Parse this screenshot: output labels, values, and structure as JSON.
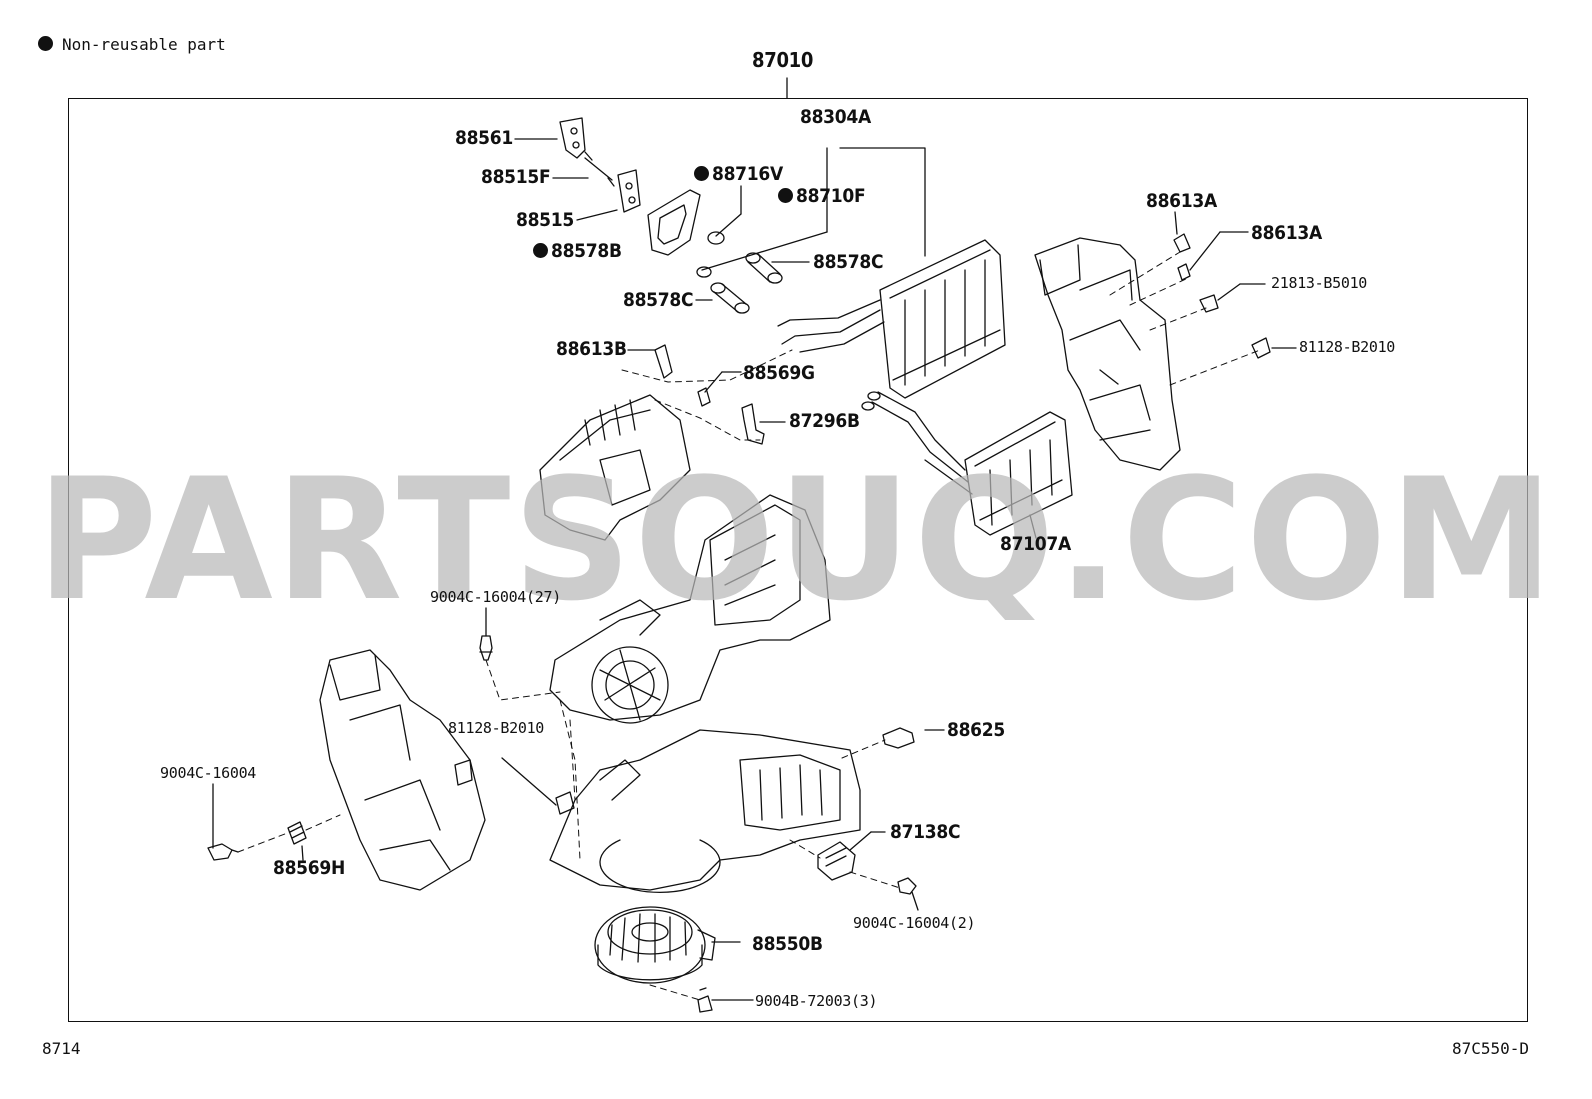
{
  "legend": {
    "bullet_label": "Non-reusable part"
  },
  "assembly_label": "87010",
  "footer": {
    "left_code": "8714",
    "right_code": "87C550-D"
  },
  "watermark": {
    "text": "PARTSOUQ.COM"
  },
  "parts": {
    "p88561": "88561",
    "p88515F": "88515F",
    "p88515": "88515",
    "p88578B": "88578B",
    "p88716V": "88716V",
    "p88710F": "88710F",
    "p88304A": "88304A",
    "p88578C_a": "88578C",
    "p88578C_b": "88578C",
    "p88613B": "88613B",
    "p88569G": "88569G",
    "p87296B": "87296B",
    "p88613A_a": "88613A",
    "p88613A_b": "88613A",
    "p21813": "21813-B5010",
    "p81128_a": "81128-B2010",
    "p87107A": "87107A",
    "p9004C_27": "9004C-16004(27)",
    "p81128_b": "81128-B2010",
    "p88625": "88625",
    "p9004C": "9004C-16004",
    "p88569H": "88569H",
    "p87138C": "87138C",
    "p9004C_2": "9004C-16004(2)",
    "p88550B": "88550B",
    "p9004B": "9004B-72003(3)"
  },
  "non_reusable": [
    "p88578B",
    "p88716V",
    "p88710F"
  ]
}
